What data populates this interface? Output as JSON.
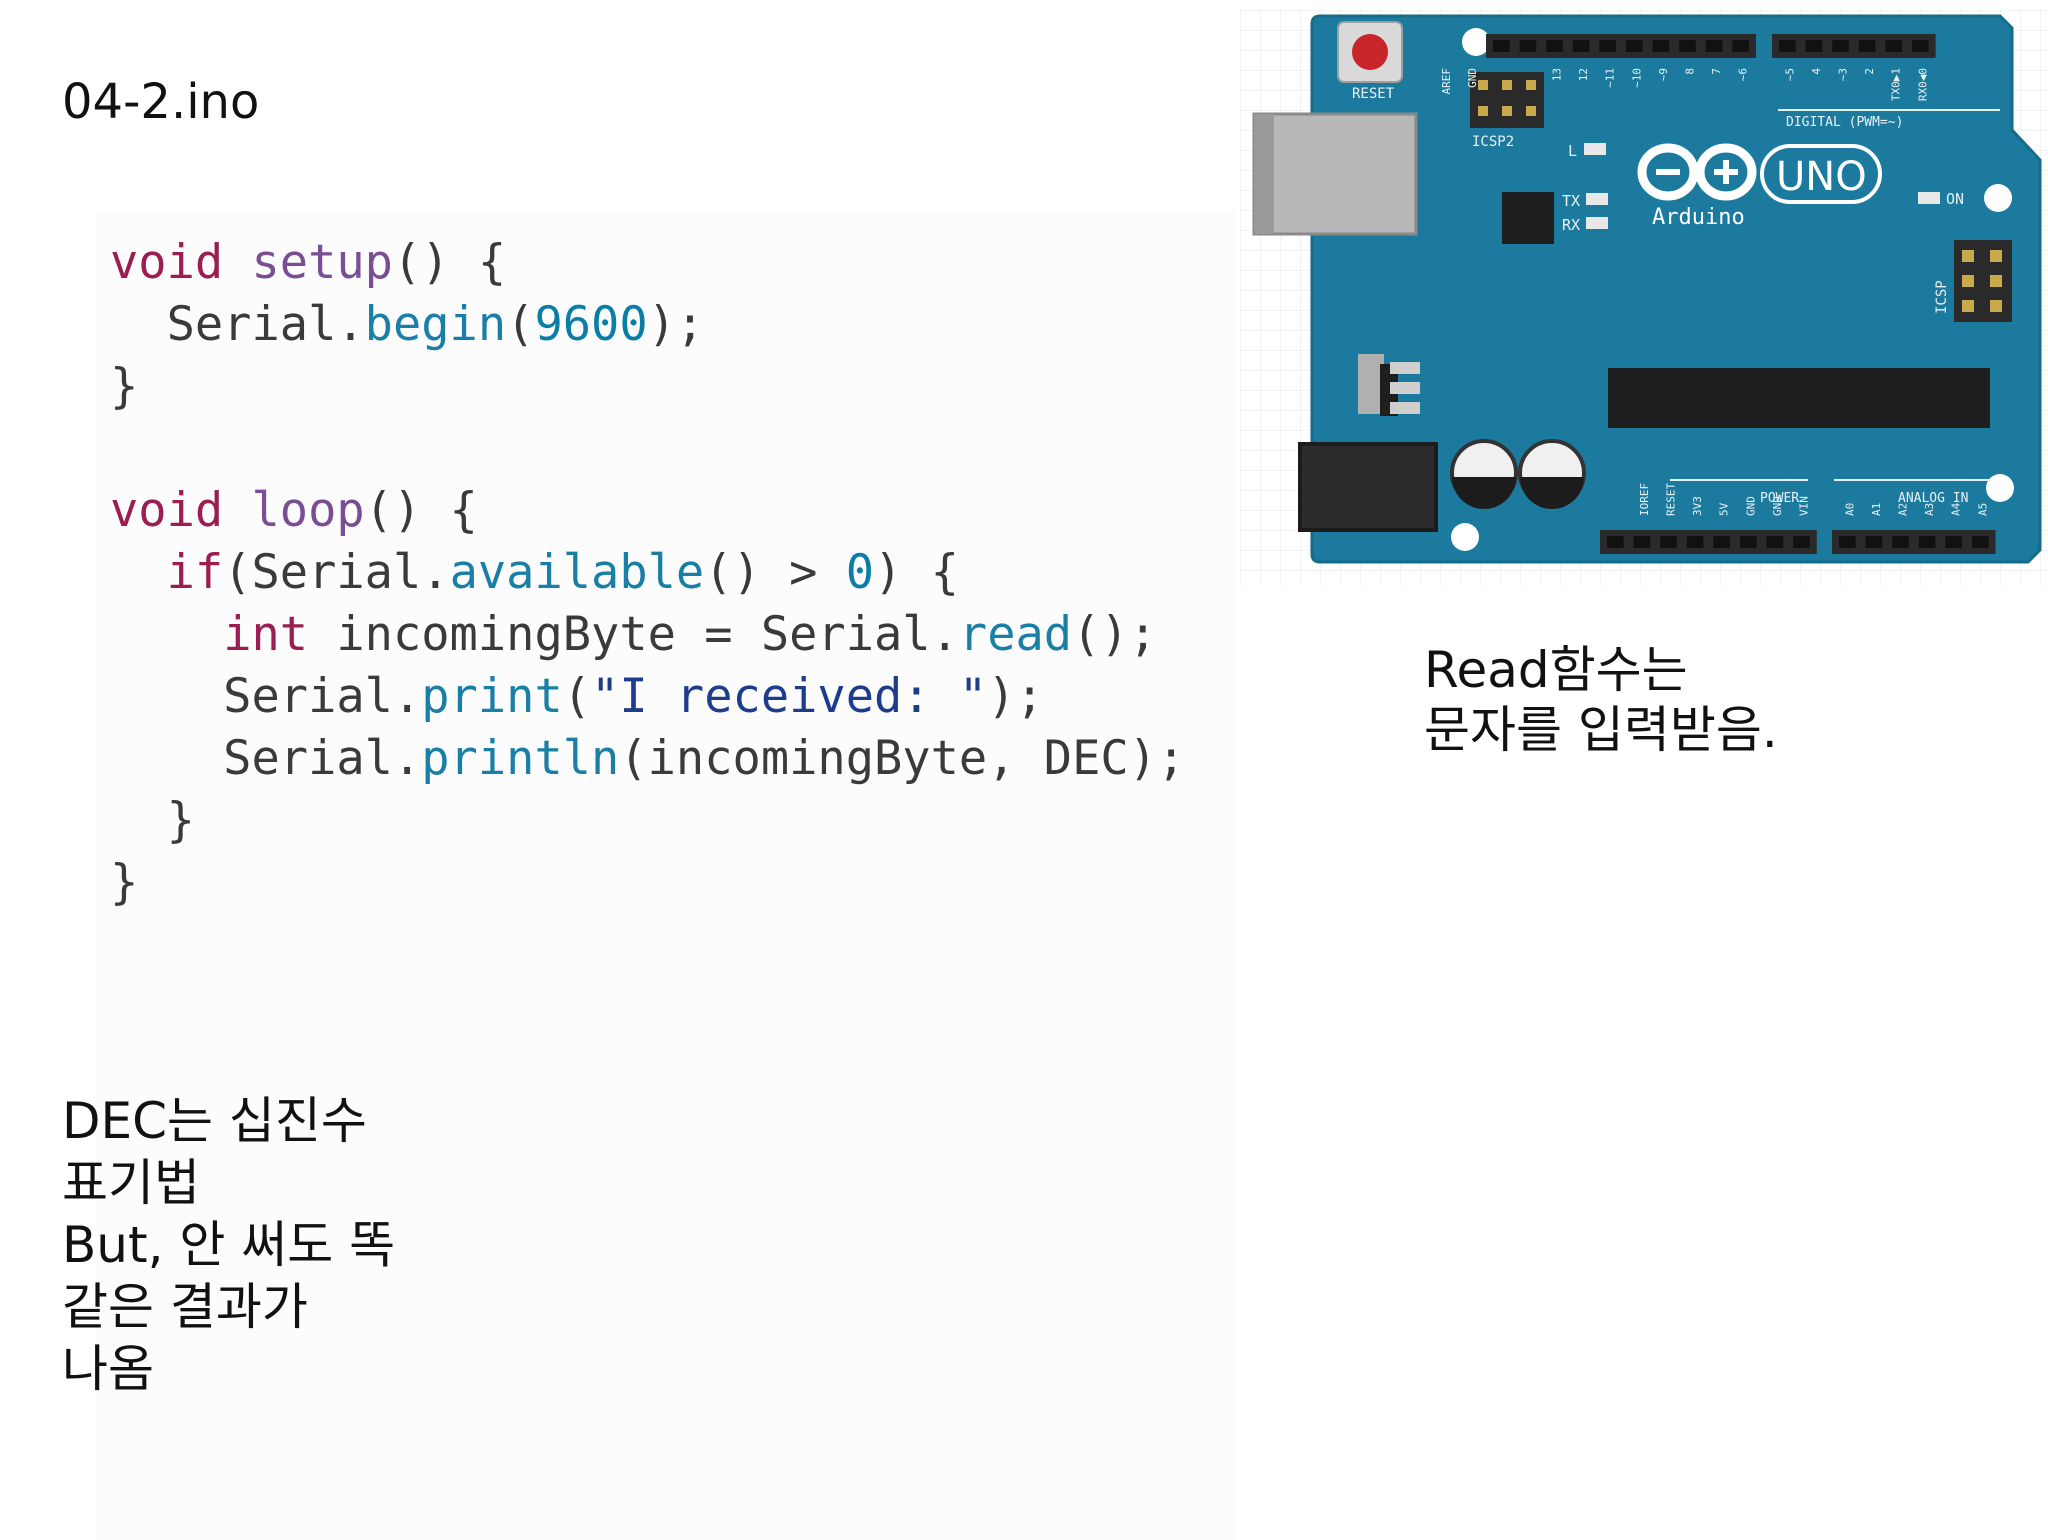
{
  "slide": {
    "title": "04-2.ino"
  },
  "code": {
    "lines": [
      [
        {
          "t": "void",
          "c": "kw"
        },
        {
          "t": " ",
          "c": "pl"
        },
        {
          "t": "setup",
          "c": "fn"
        },
        {
          "t": "() {",
          "c": "pl"
        }
      ],
      [
        {
          "t": "  Serial.",
          "c": "pl"
        },
        {
          "t": "begin",
          "c": "mt"
        },
        {
          "t": "(",
          "c": "pl"
        },
        {
          "t": "9600",
          "c": "num"
        },
        {
          "t": ");",
          "c": "pl"
        }
      ],
      [
        {
          "t": "}",
          "c": "pl"
        }
      ],
      [
        {
          "t": "",
          "c": "pl"
        }
      ],
      [
        {
          "t": "void",
          "c": "kw"
        },
        {
          "t": " ",
          "c": "pl"
        },
        {
          "t": "loop",
          "c": "fn"
        },
        {
          "t": "() {",
          "c": "pl"
        }
      ],
      [
        {
          "t": "  ",
          "c": "pl"
        },
        {
          "t": "if",
          "c": "kw"
        },
        {
          "t": "(Serial.",
          "c": "pl"
        },
        {
          "t": "available",
          "c": "mt"
        },
        {
          "t": "() > ",
          "c": "pl"
        },
        {
          "t": "0",
          "c": "num"
        },
        {
          "t": ") {",
          "c": "pl"
        }
      ],
      [
        {
          "t": "    ",
          "c": "pl"
        },
        {
          "t": "int",
          "c": "kw"
        },
        {
          "t": " incomingByte = Serial.",
          "c": "pl"
        },
        {
          "t": "read",
          "c": "mt"
        },
        {
          "t": "();",
          "c": "pl"
        }
      ],
      [
        {
          "t": "    Serial.",
          "c": "pl"
        },
        {
          "t": "print",
          "c": "mt"
        },
        {
          "t": "(",
          "c": "pl"
        },
        {
          "t": "\"I received: \"",
          "c": "str"
        },
        {
          "t": ");",
          "c": "pl"
        }
      ],
      [
        {
          "t": "    Serial.",
          "c": "pl"
        },
        {
          "t": "println",
          "c": "mt"
        },
        {
          "t": "(incomingByte, DEC);",
          "c": "pl"
        }
      ],
      [
        {
          "t": "  }",
          "c": "pl"
        }
      ],
      [
        {
          "t": "}",
          "c": "pl"
        }
      ]
    ]
  },
  "notes": {
    "left": [
      "DEC는 십진수",
      "표기법",
      "But, 안 써도 똑",
      "같은 결과가",
      "나옴"
    ],
    "right": [
      "Read함수는",
      "문자를 입력받음."
    ]
  },
  "board": {
    "reset": "RESET",
    "icsp2": "ICSP2",
    "icsp": "ICSP",
    "led_l": "L",
    "tx": "TX",
    "rx": "RX",
    "on": "ON",
    "uno": "UNO",
    "brand": "Arduino",
    "digital": "DIGITAL (PWM=~)",
    "power": "POWER",
    "analog": "ANALOG IN",
    "digital_pins": [
      "AREF",
      "GND",
      "13",
      "12",
      "~11",
      "~10",
      "~9",
      "8",
      "7",
      "~6",
      "~5",
      "4",
      "~3",
      "2",
      "TX0▶1",
      "RX0◀0"
    ],
    "power_pins": [
      "IOREF",
      "RESET",
      "3V3",
      "5V",
      "GND",
      "GND",
      "VIN"
    ],
    "analog_pins": [
      "A0",
      "A1",
      "A2",
      "A3",
      "A4",
      "A5"
    ],
    "colors": {
      "pcb": "#1b7a9e",
      "pcb_dark": "#166a8a",
      "header": "#2a2a2a",
      "silk": "#e8f2f6",
      "reset_button": "#c8252b"
    }
  }
}
